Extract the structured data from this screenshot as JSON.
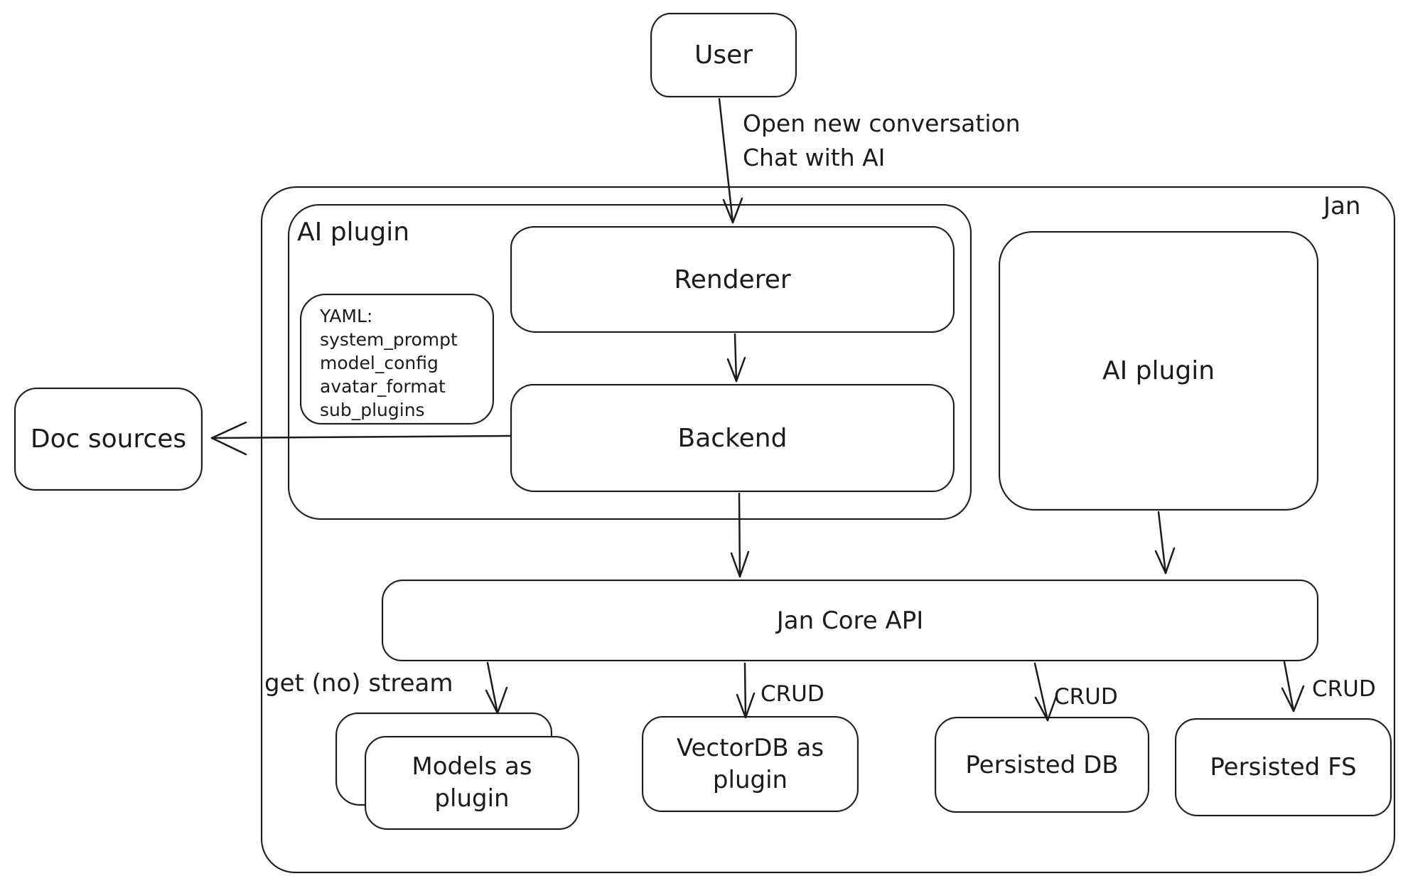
{
  "colors": {
    "stroke": "#1b1b1b",
    "background": "#ffffff",
    "text": "#1b1b1b"
  },
  "nodes": {
    "user": {
      "label": "User"
    },
    "jan_container": {
      "label": "Jan"
    },
    "ai_plugin_group": {
      "label": "AI plugin"
    },
    "renderer": {
      "label": "Renderer"
    },
    "yaml_note": {
      "lines": [
        "YAML:",
        "system_prompt",
        "model_config",
        "avatar_format",
        "sub_plugins"
      ]
    },
    "backend": {
      "label": "Backend"
    },
    "ai_plugin_right": {
      "label": "AI plugin"
    },
    "doc_sources": {
      "label": "Doc sources"
    },
    "jan_core_api": {
      "label": "Jan Core API"
    },
    "models_plugin": {
      "lines": [
        "Models as",
        "plugin"
      ]
    },
    "vectordb_plugin": {
      "lines": [
        "VectorDB as",
        "plugin"
      ]
    },
    "persisted_db": {
      "label": "Persisted DB"
    },
    "persisted_fs": {
      "label": "Persisted FS"
    }
  },
  "edges": {
    "user_to_renderer": {
      "label_lines": [
        "Open new conversation",
        "Chat with AI"
      ]
    },
    "core_to_models": {
      "label": "get (no) stream"
    },
    "core_to_vectordb": {
      "label": "CRUD"
    },
    "core_to_persisted_db": {
      "label": "CRUD"
    },
    "core_to_persisted_fs": {
      "label": "CRUD"
    }
  }
}
